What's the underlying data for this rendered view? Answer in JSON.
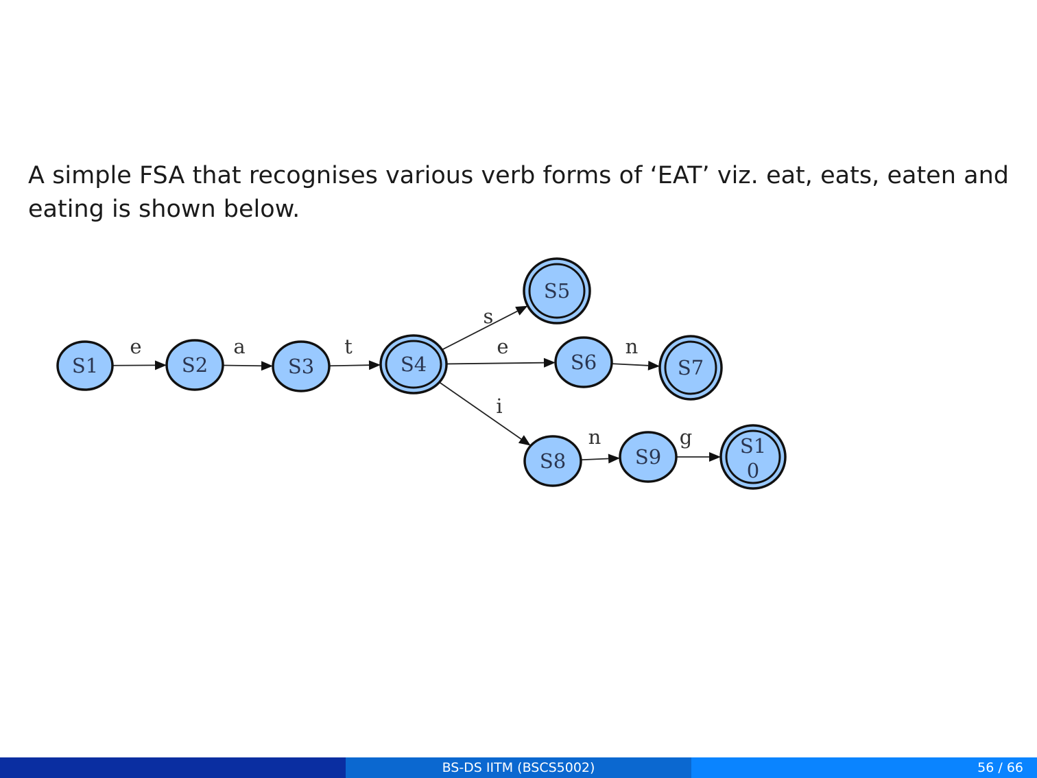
{
  "slide": {
    "intro_text": "A simple FSA that recognises various verb forms of ‘EAT’ viz. eat, eats, eaten and eating is shown below."
  },
  "fsa": {
    "states": [
      {
        "id": "S1",
        "label": "S1",
        "accepting": false
      },
      {
        "id": "S2",
        "label": "S2",
        "accepting": false
      },
      {
        "id": "S3",
        "label": "S3",
        "accepting": false
      },
      {
        "id": "S4",
        "label": "S4",
        "accepting": true
      },
      {
        "id": "S5",
        "label": "S5",
        "accepting": true
      },
      {
        "id": "S6",
        "label": "S6",
        "accepting": false
      },
      {
        "id": "S7",
        "label": "S7",
        "accepting": true
      },
      {
        "id": "S8",
        "label": "S8",
        "accepting": false
      },
      {
        "id": "S9",
        "label": "S9",
        "accepting": false
      },
      {
        "id": "S10",
        "label": "S10",
        "accepting": true
      }
    ],
    "transitions": [
      {
        "from": "S1",
        "to": "S2",
        "symbol": "e"
      },
      {
        "from": "S2",
        "to": "S3",
        "symbol": "a"
      },
      {
        "from": "S3",
        "to": "S4",
        "symbol": "t"
      },
      {
        "from": "S4",
        "to": "S5",
        "symbol": "s"
      },
      {
        "from": "S4",
        "to": "S6",
        "symbol": "e"
      },
      {
        "from": "S6",
        "to": "S7",
        "symbol": "n"
      },
      {
        "from": "S4",
        "to": "S8",
        "symbol": "i"
      },
      {
        "from": "S8",
        "to": "S9",
        "symbol": "n"
      },
      {
        "from": "S9",
        "to": "S10",
        "symbol": "g"
      }
    ]
  },
  "footer": {
    "center_text": "BS-DS IITM (BSCS5002)",
    "page_number": "56 / 66"
  },
  "colors": {
    "node_fill": "#99c9ff",
    "footer_left": "#0a2ea1",
    "footer_mid": "#0b68d0",
    "footer_right": "#0a84ff"
  }
}
